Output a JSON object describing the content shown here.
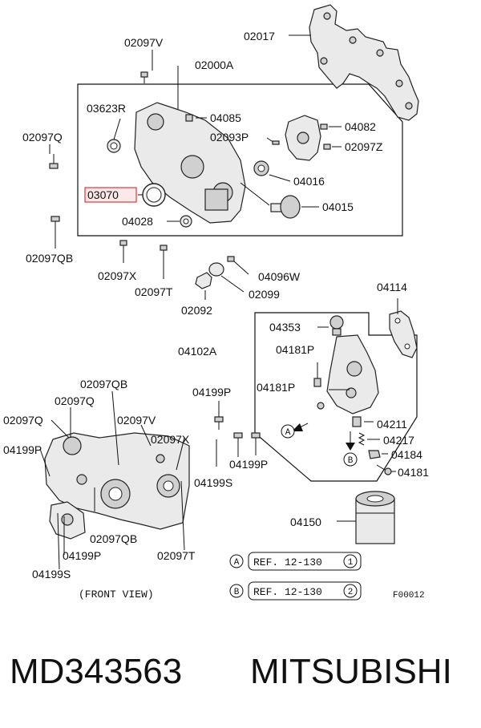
{
  "labels": {
    "p02097V_top": "02097V",
    "p02000A": "02000A",
    "p02017": "02017",
    "p03623R": "03623R",
    "p04085": "04085",
    "p04082": "04082",
    "p02097Q_left": "02097Q",
    "p02093P": "02093P",
    "p02097Z": "02097Z",
    "p04016": "04016",
    "p03070": "03070",
    "p04015": "04015",
    "p04028": "04028",
    "p02097QB_left": "02097QB",
    "p02097X_top": "02097X",
    "p02097T_top": "02097T",
    "p04096W": "04096W",
    "p02092": "02092",
    "p02099": "02099",
    "p04114": "04114",
    "p04353": "04353",
    "p04102A": "04102A",
    "p04181P_a": "04181P",
    "p04181P_b": "04181P",
    "p02097QB_front": "02097QB",
    "p04199P_top": "04199P",
    "p02097Q_f1": "02097Q",
    "p02097Q_f2": "02097Q",
    "p02097V_f": "02097V",
    "p04199P_f": "04199P",
    "p02097X_f": "02097X",
    "p04211": "04211",
    "p04217": "04217",
    "p04184": "04184",
    "p04181": "04181",
    "p04199P_mid": "04199P",
    "p04199S_mid": "04199S",
    "p02097QB_f2": "02097QB",
    "p04150": "04150",
    "p04199P_bot": "04199P",
    "p02097T_f": "02097T",
    "p04199S_bot": "04199S"
  },
  "markers": {
    "a": "A",
    "b": "B",
    "ref_a_num": "1",
    "ref_b_num": "2"
  },
  "references": {
    "ref_a": "REF. 12-130",
    "ref_b": "REF. 12-130"
  },
  "captions": {
    "front_view": "(FRONT VIEW)",
    "figure_code": "F00012"
  },
  "footer": {
    "part_number": "MD343563",
    "brand": "MITSUBISHI"
  },
  "colors": {
    "highlight": "#d63a3a",
    "highlight_fill": "#fbe9e9",
    "ink": "#111111"
  }
}
